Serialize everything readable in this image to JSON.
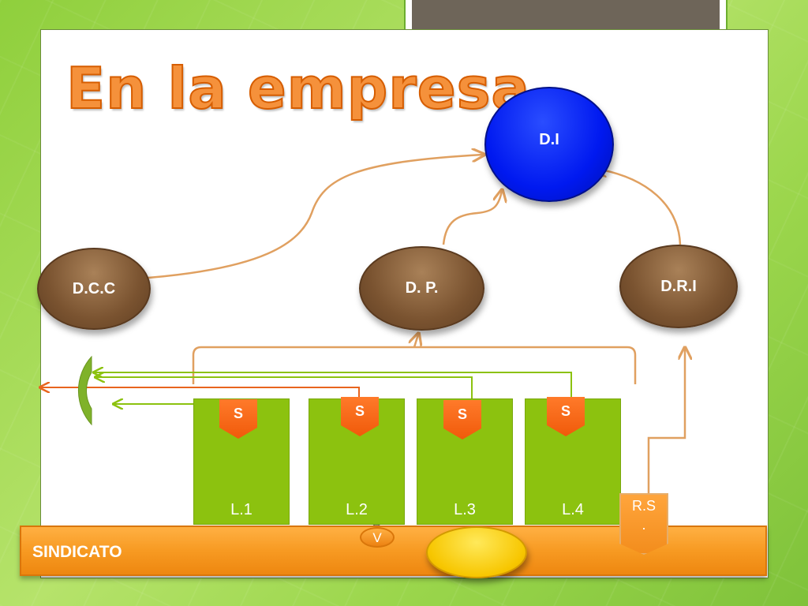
{
  "title": "En la empresa",
  "nodes": {
    "di": "D.I",
    "dcc": "D.C.C",
    "dp": "D. P.",
    "dri": "D.R.I"
  },
  "columns": [
    {
      "label": "L.1",
      "badge": "S"
    },
    {
      "label": "L.2",
      "badge": "S"
    },
    {
      "label": "L.3",
      "badge": "S"
    },
    {
      "label": "L.4",
      "badge": "S"
    }
  ],
  "union": {
    "label": "SINDICATO"
  },
  "rs_badge": "R.S\n.",
  "v_badge": "V",
  "colors": {
    "title": "#f5913b",
    "brown_node": "#7a5330",
    "blue_node": "#0019f0",
    "column": "#8cc20f",
    "badge": "#f05a0a",
    "union": "#f79a22",
    "arrow_tan": "#e0a060",
    "arrow_orange": "#e8641e",
    "arrow_green": "#8cc20f"
  }
}
